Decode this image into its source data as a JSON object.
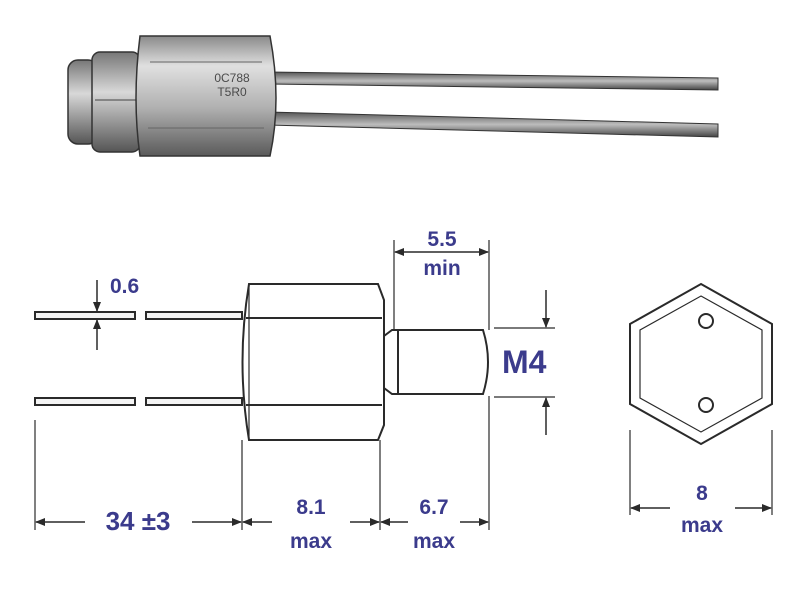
{
  "colors": {
    "dimension_text": "#3b3b8c",
    "line": "#2a2a2a",
    "photo_body": "#b8b8b8"
  },
  "dimensions": {
    "wire_diameter": "0.6",
    "thread_length_value": "5.5",
    "thread_length_qualifier": "min",
    "thread_size": "M4",
    "lead_length": "34 ±3",
    "hex_length_value": "8.1",
    "hex_length_qualifier": "max",
    "stud_length_value": "6.7",
    "stud_length_qualifier": "max",
    "hex_width_value": "8",
    "hex_width_qualifier": "max"
  },
  "photo": {
    "marking_line1": "0C788",
    "marking_line2": "T5R0"
  }
}
